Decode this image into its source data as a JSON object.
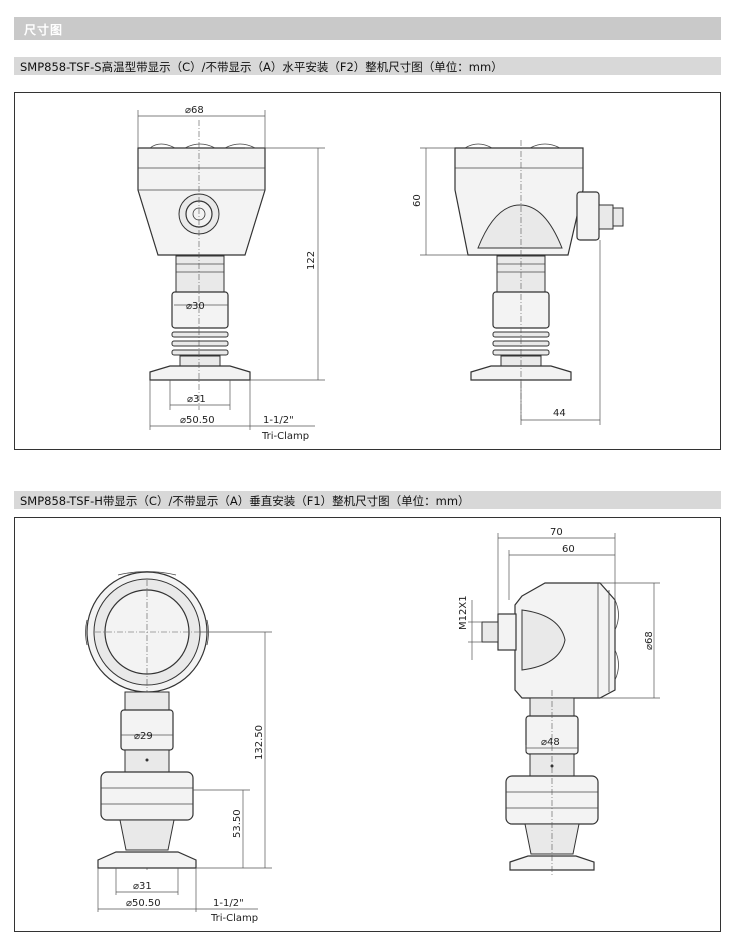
{
  "header": {
    "title": "尺寸图"
  },
  "section1": {
    "title": "SMP858-TSF-S高温型带显示（C）/不带显示（A）水平安装（F2）整机尺寸图（单位：mm）",
    "front": {
      "d_top": "68",
      "d_neck": "30",
      "height": "122",
      "d_inner": "31",
      "d_outer": "50.50",
      "clamp_size": "1-1/2\"",
      "clamp_type": "Tri-Clamp"
    },
    "side": {
      "head_height": "60",
      "offset": "44"
    }
  },
  "section2": {
    "title": "SMP858-TSF-H带显示（C）/不带显示（A）垂直安装（F1）整机尺寸图（单位：mm）",
    "front": {
      "d_neck": "29",
      "height": "132.50",
      "lower_height": "53.50",
      "d_inner": "31",
      "d_outer": "50.50",
      "clamp_size": "1-1/2\"",
      "clamp_type": "Tri-Clamp"
    },
    "side": {
      "width_total": "70",
      "width_head": "60",
      "thread": "M12X1",
      "d_head": "68",
      "d_neck": "48"
    }
  },
  "diameter_symbol": "⌀"
}
